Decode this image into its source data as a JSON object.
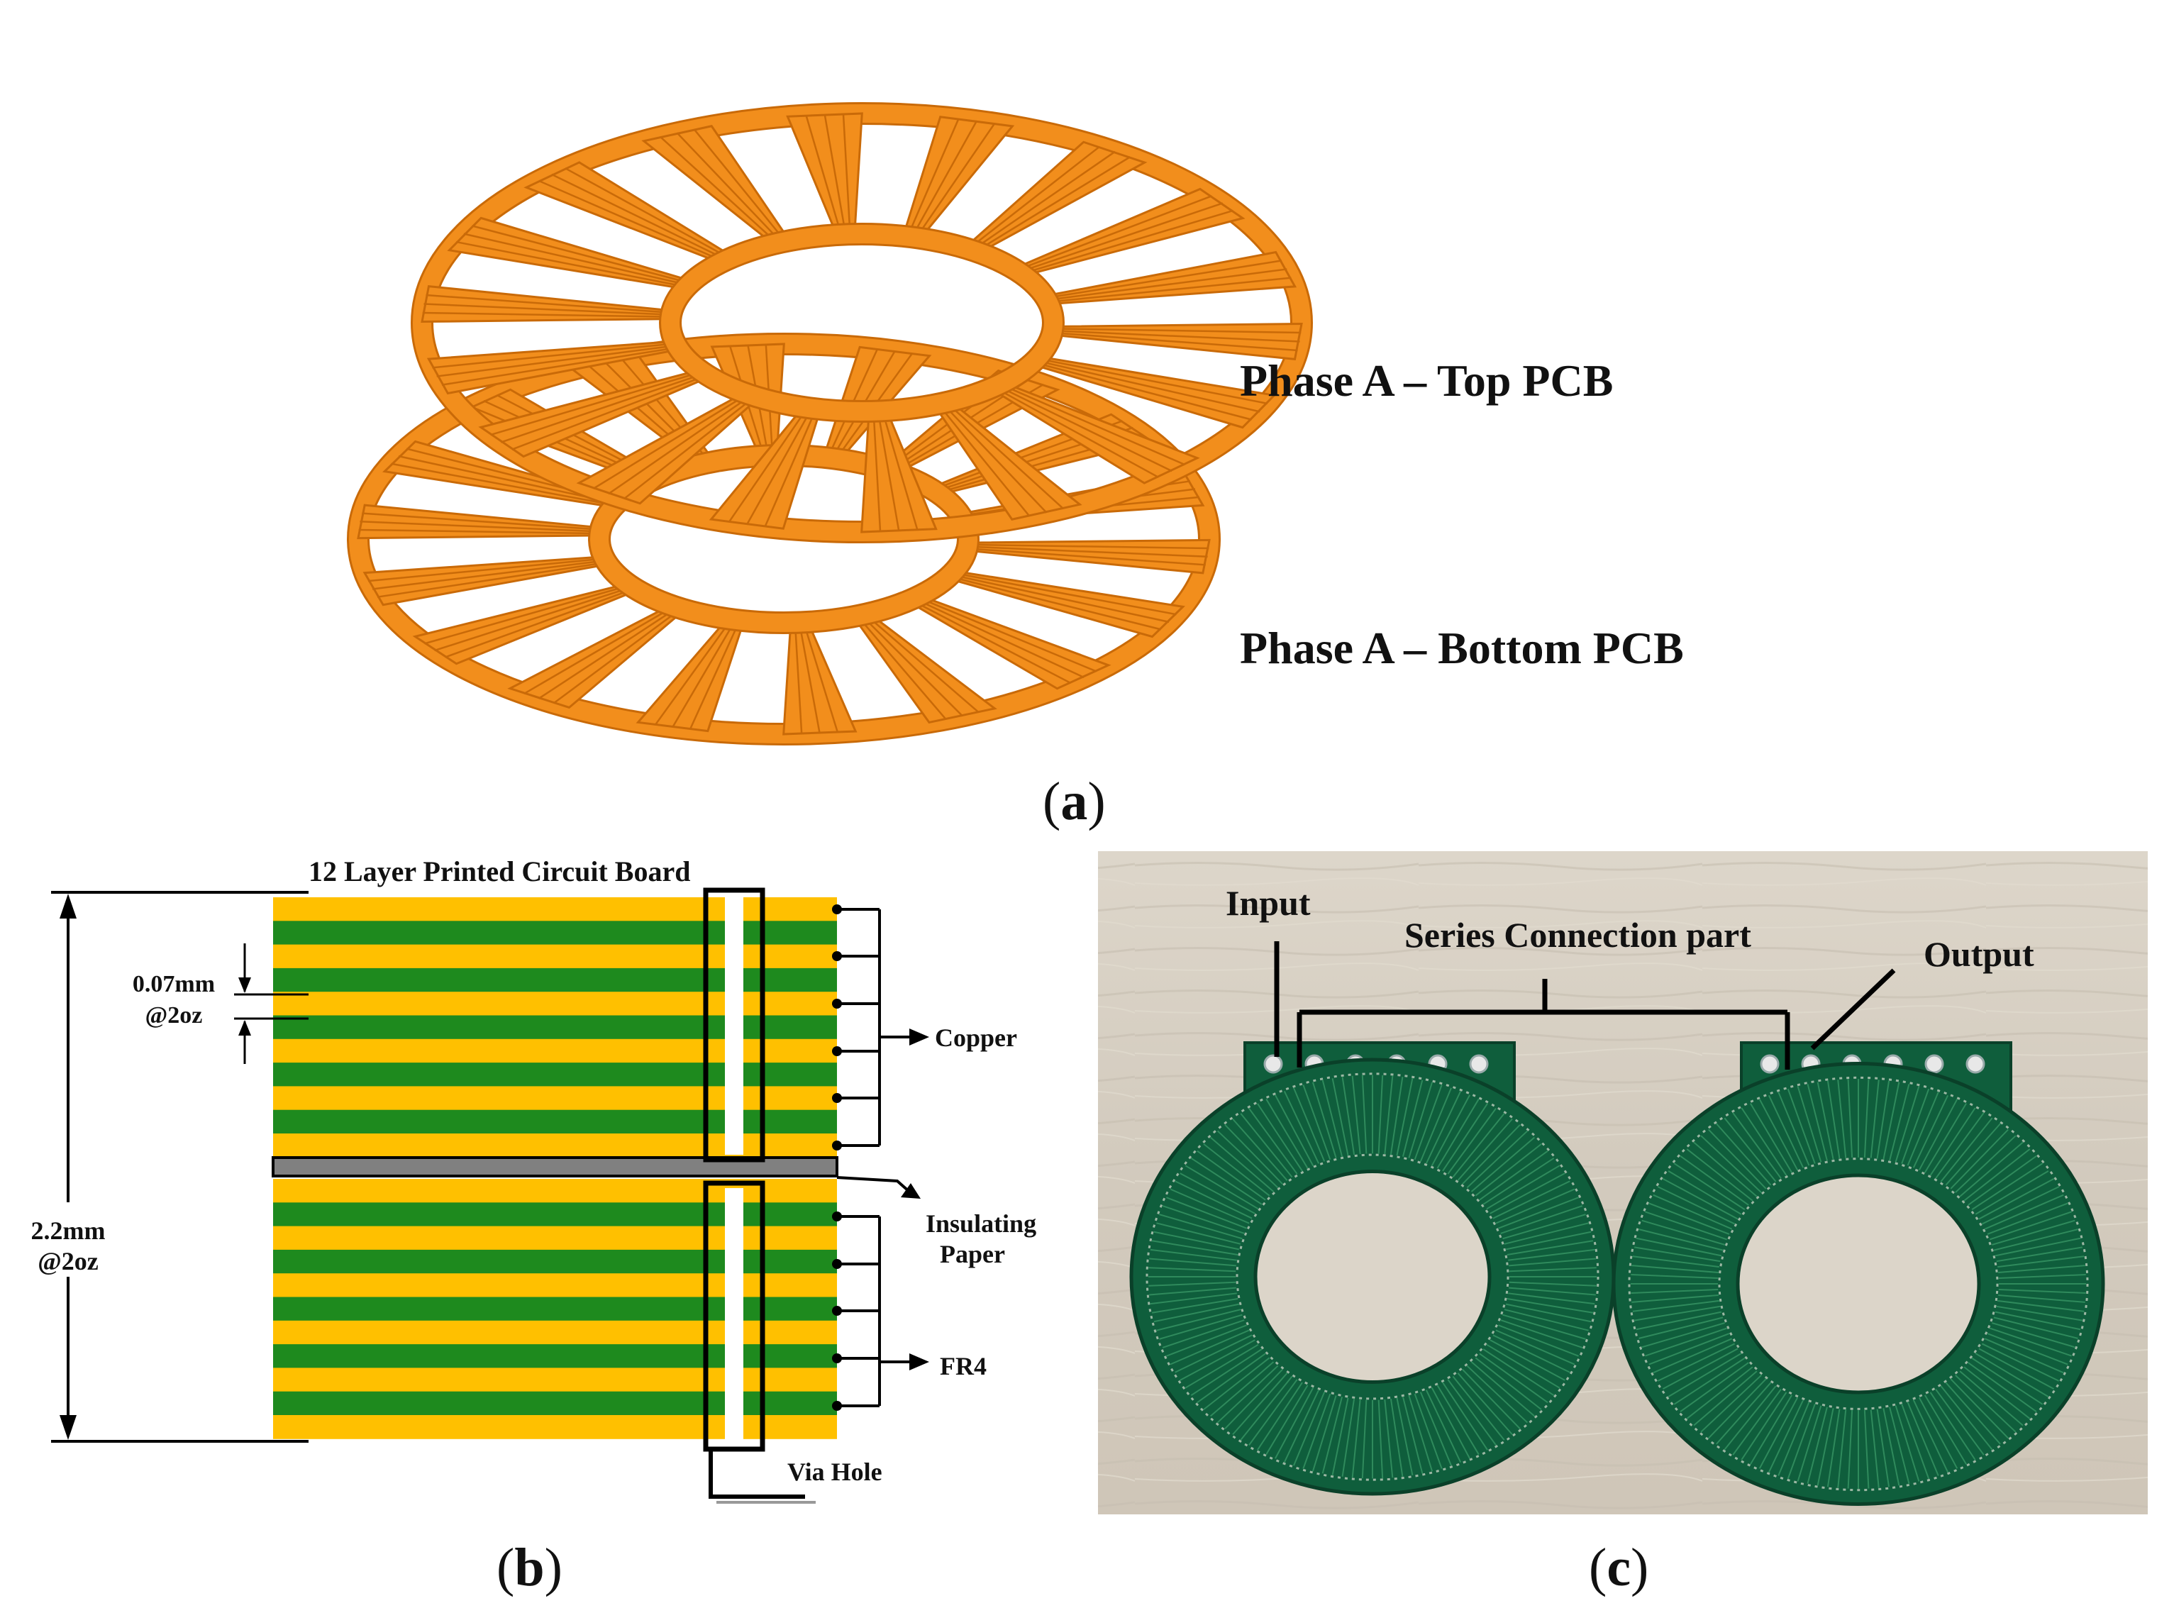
{
  "panel_a": {
    "top_label": "Phase A – Top PCB",
    "bottom_label": "Phase A – Bottom PCB",
    "caption_open": "(",
    "caption_letter": "a",
    "caption_close": ")",
    "coil_count": 18,
    "colors": {
      "copper": "#f28e1c",
      "copper_dark": "#c96a08",
      "copper_light": "#f7a440"
    }
  },
  "panel_b": {
    "title": "12 Layer Printed Circuit Board",
    "layer_thickness_value": "0.07mm",
    "layer_thickness_weight": "@2oz",
    "total_thickness_value": "2.2mm",
    "total_thickness_weight": "@2oz",
    "copper_label": "Copper",
    "insulating_line1": "Insulating",
    "insulating_line2": "Paper",
    "fr4_label": "FR4",
    "via_label": "Via Hole",
    "caption_open": "(",
    "caption_letter": "b",
    "caption_close": ")",
    "colors": {
      "copper": "#ffc000",
      "fr4": "#1e8a1e",
      "insulation": "#808080"
    }
  },
  "panel_c": {
    "input_label": "Input",
    "series_label": "Series Connection part",
    "output_label": "Output",
    "caption_open": "(",
    "caption_letter": "c",
    "caption_close": ")",
    "colors": {
      "wood": "#d9d3c7",
      "board": "#0f5e3c",
      "trace": "#2f8a5c"
    }
  }
}
